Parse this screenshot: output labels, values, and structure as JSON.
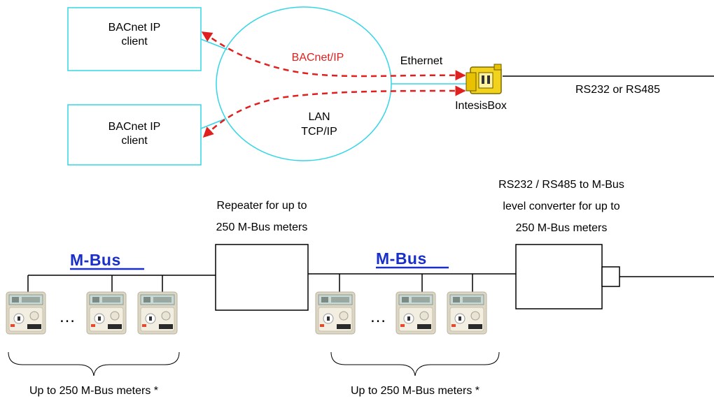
{
  "top": {
    "client_top": {
      "line1": "BACnet IP",
      "line2": "client"
    },
    "client_bottom": {
      "line1": "BACnet IP",
      "line2": "client"
    },
    "protocol_label": "BACnet/IP",
    "ethernet_label": "Ethernet",
    "lan_label_1": "LAN",
    "lan_label_2": "TCP/IP",
    "gateway_label": "IntesisBox",
    "serial_label": "RS232 or RS485"
  },
  "bottom": {
    "repeater_label_1": "Repeater for up to",
    "repeater_label_2": "250 M-Bus meters",
    "converter_label_1": "RS232 / RS485 to M-Bus",
    "converter_label_2": "level converter for up to",
    "converter_label_3": "250 M-Bus meters",
    "mbus_logo_left": "M-Bus",
    "mbus_logo_right": "M-Bus",
    "ellipsis_left": "…",
    "ellipsis_right": "…",
    "group_label_left": "Up to 250 M-Bus meters *",
    "group_label_right": "Up to 250 M-Bus meters *"
  },
  "colors": {
    "lan_cyan": "#33d6e6",
    "arrow_red": "#e0201e",
    "mbus_blue": "#1a2fc8",
    "gateway_yellow": "#f2d21a"
  }
}
